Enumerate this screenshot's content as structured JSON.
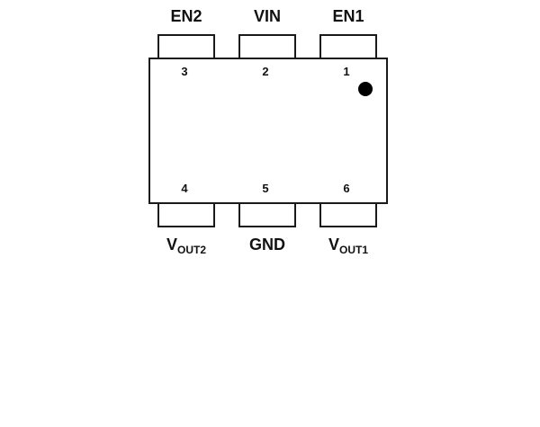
{
  "diagram": {
    "type": "ic-package-pinout",
    "package": {
      "pin_count": 6,
      "pin1_indicator": "filled-dot-top-right"
    },
    "pins": {
      "top": [
        {
          "number": "3",
          "label": "EN2"
        },
        {
          "number": "2",
          "label": "VIN"
        },
        {
          "number": "1",
          "label": "EN1"
        }
      ],
      "bottom": [
        {
          "number": "4",
          "label_main": "V",
          "label_sub": "OUT2"
        },
        {
          "number": "5",
          "label_main": "GND",
          "label_sub": ""
        },
        {
          "number": "6",
          "label_main": "V",
          "label_sub": "OUT1"
        }
      ]
    },
    "colors": {
      "outline": "#1a1a1a",
      "fill": "#ffffff",
      "indicator": "#000000",
      "background": "#ffffff"
    }
  }
}
